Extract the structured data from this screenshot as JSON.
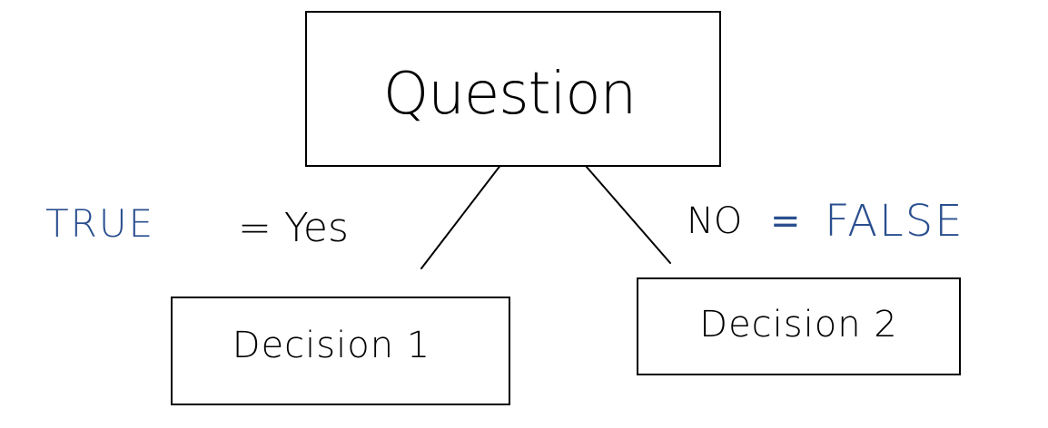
{
  "nodes": {
    "question": "Question",
    "decision_1": "Decision 1",
    "decision_2": "Decision 2"
  },
  "labels": {
    "true_label": "TRUE",
    "yes_label": "= Yes",
    "no_label": "NO",
    "equals_label": "=",
    "false_label": "FALSE"
  },
  "colors": {
    "ink": "#000000",
    "blue_ink": "#2a4f8f"
  }
}
